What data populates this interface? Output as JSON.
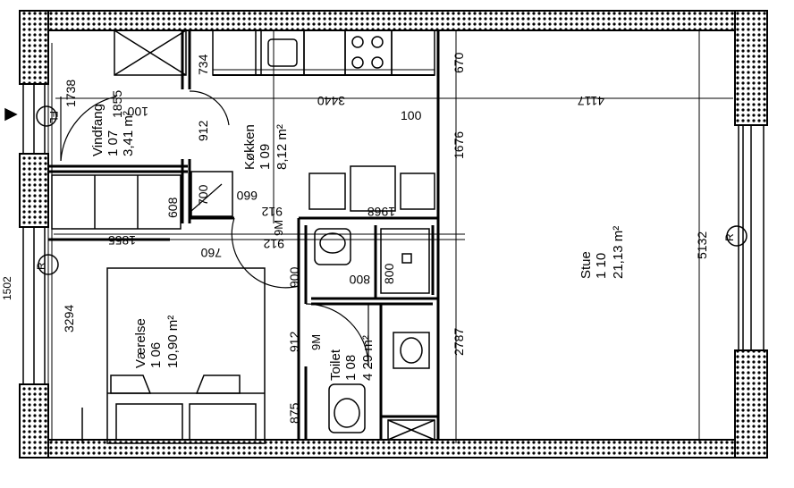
{
  "rooms": {
    "vindfang": {
      "name": "Vindfang",
      "number": "1 07",
      "area": "3,41 m²"
    },
    "kokken": {
      "name": "Køkken",
      "number": "1 09",
      "area": "8,12 m²"
    },
    "stue": {
      "name": "Stue",
      "number": "1 10",
      "area": "21,13 m²"
    },
    "vaerelse": {
      "name": "Værelse",
      "number": "1 06",
      "area": "10,90 m²"
    },
    "toilet": {
      "name": "Toilet",
      "number": "1 08",
      "area": "4 29 m²"
    }
  },
  "dimensions": {
    "d1738": "1738",
    "d1855_top": "1855",
    "d100_left": "100",
    "d734": "734",
    "d3440": "3440",
    "d4117": "4117",
    "d100_right": "100",
    "d670": "670",
    "d1676": "1676",
    "d912_a": "912",
    "d700": "700",
    "d660": "660",
    "d608": "608",
    "d912_b": "912",
    "d1968": "1968",
    "d1855_mid": "1855",
    "d760": "760",
    "d912_c": "912",
    "d900": "900",
    "d800_a": "800",
    "d800_b": "800",
    "d3294": "3294",
    "d912_d": "912",
    "d875": "875",
    "d2787": "2787",
    "d5132": "5132"
  },
  "labels": {
    "vm1": "9M",
    "vm2": "9M",
    "fl": "FL",
    "r_mark": "R",
    "edge_left": "1502"
  }
}
